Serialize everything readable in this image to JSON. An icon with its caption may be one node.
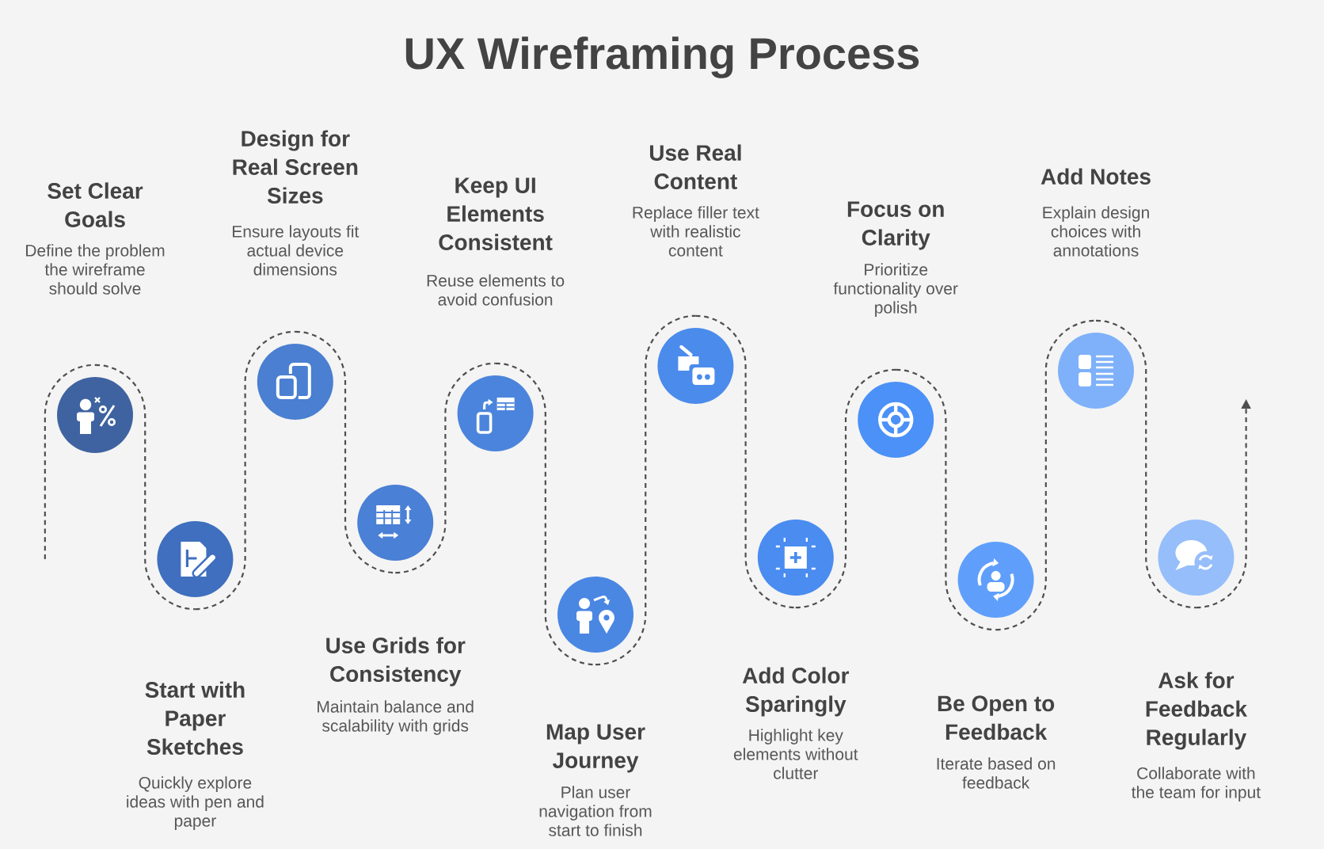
{
  "diagram": {
    "title": "UX Wireframing Process",
    "nodes": [
      {
        "text": [],
        "shape": "circle",
        "beside": [
          "Set Clear Goals",
          "Define the problem the wireframe should solve"
        ]
      },
      {
        "text": [],
        "shape": "circle",
        "beside": [
          "Start with Paper Sketches",
          "Quickly explore ideas with pen and paper"
        ]
      },
      {
        "text": [],
        "shape": "circle",
        "beside": [
          "Design for Real Screen Sizes",
          "Ensure layouts fit actual device dimensions"
        ]
      },
      {
        "text": [],
        "shape": "circle",
        "beside": [
          "Use Grids for Consistency",
          "Maintain balance and scalability with grids"
        ]
      },
      {
        "text": [],
        "shape": "circle",
        "beside": [
          "Keep UI Elements Consistent",
          "Reuse elements to avoid confusion"
        ]
      },
      {
        "text": [],
        "shape": "circle",
        "beside": [
          "Map User Journey",
          "Plan user navigation from start to finish"
        ]
      },
      {
        "text": [],
        "shape": "circle",
        "beside": [
          "Use Real Content",
          "Replace filler text with realistic content"
        ]
      },
      {
        "text": [],
        "shape": "circle",
        "beside": [
          "Add Color Sparingly",
          "Highlight key elements without clutter"
        ]
      },
      {
        "text": [],
        "shape": "circle",
        "beside": [
          "Focus on Clarity",
          "Prioritize functionality over polish"
        ]
      },
      {
        "text": [],
        "shape": "circle",
        "beside": [
          "Be Open to Feedback",
          "Iterate based on feedback"
        ]
      },
      {
        "text": [],
        "shape": "circle",
        "beside": [
          "Add Notes",
          "Explain design choices with annotations"
        ]
      },
      {
        "text": [],
        "shape": "circle",
        "beside": [
          "Ask for Feedback Regularly",
          "Collaborate with the team for input"
        ]
      }
    ],
    "edges": [
      {
        "from": null,
        "to": 0,
        "arrow": "none",
        "style": "dashed"
      },
      {
        "from": 0,
        "to": 1,
        "arrow": "none",
        "style": "dashed"
      },
      {
        "from": 1,
        "to": 2,
        "arrow": "none",
        "style": "dashed"
      },
      {
        "from": 2,
        "to": 3,
        "arrow": "none",
        "style": "dashed"
      },
      {
        "from": 3,
        "to": 4,
        "arrow": "none",
        "style": "dashed"
      },
      {
        "from": 4,
        "to": 5,
        "arrow": "none",
        "style": "dashed"
      },
      {
        "from": 5,
        "to": 6,
        "arrow": "none",
        "style": "dashed"
      },
      {
        "from": 6,
        "to": 7,
        "arrow": "none",
        "style": "dashed"
      },
      {
        "from": 7,
        "to": 8,
        "arrow": "none",
        "style": "dashed"
      },
      {
        "from": 8,
        "to": 9,
        "arrow": "none",
        "style": "dashed"
      },
      {
        "from": 9,
        "to": 10,
        "arrow": "none",
        "style": "dashed"
      },
      {
        "from": 10,
        "to": 11,
        "arrow": "none",
        "style": "dashed"
      },
      {
        "from": 11,
        "to": null,
        "arrow": "to",
        "style": "dashed"
      }
    ]
  }
}
